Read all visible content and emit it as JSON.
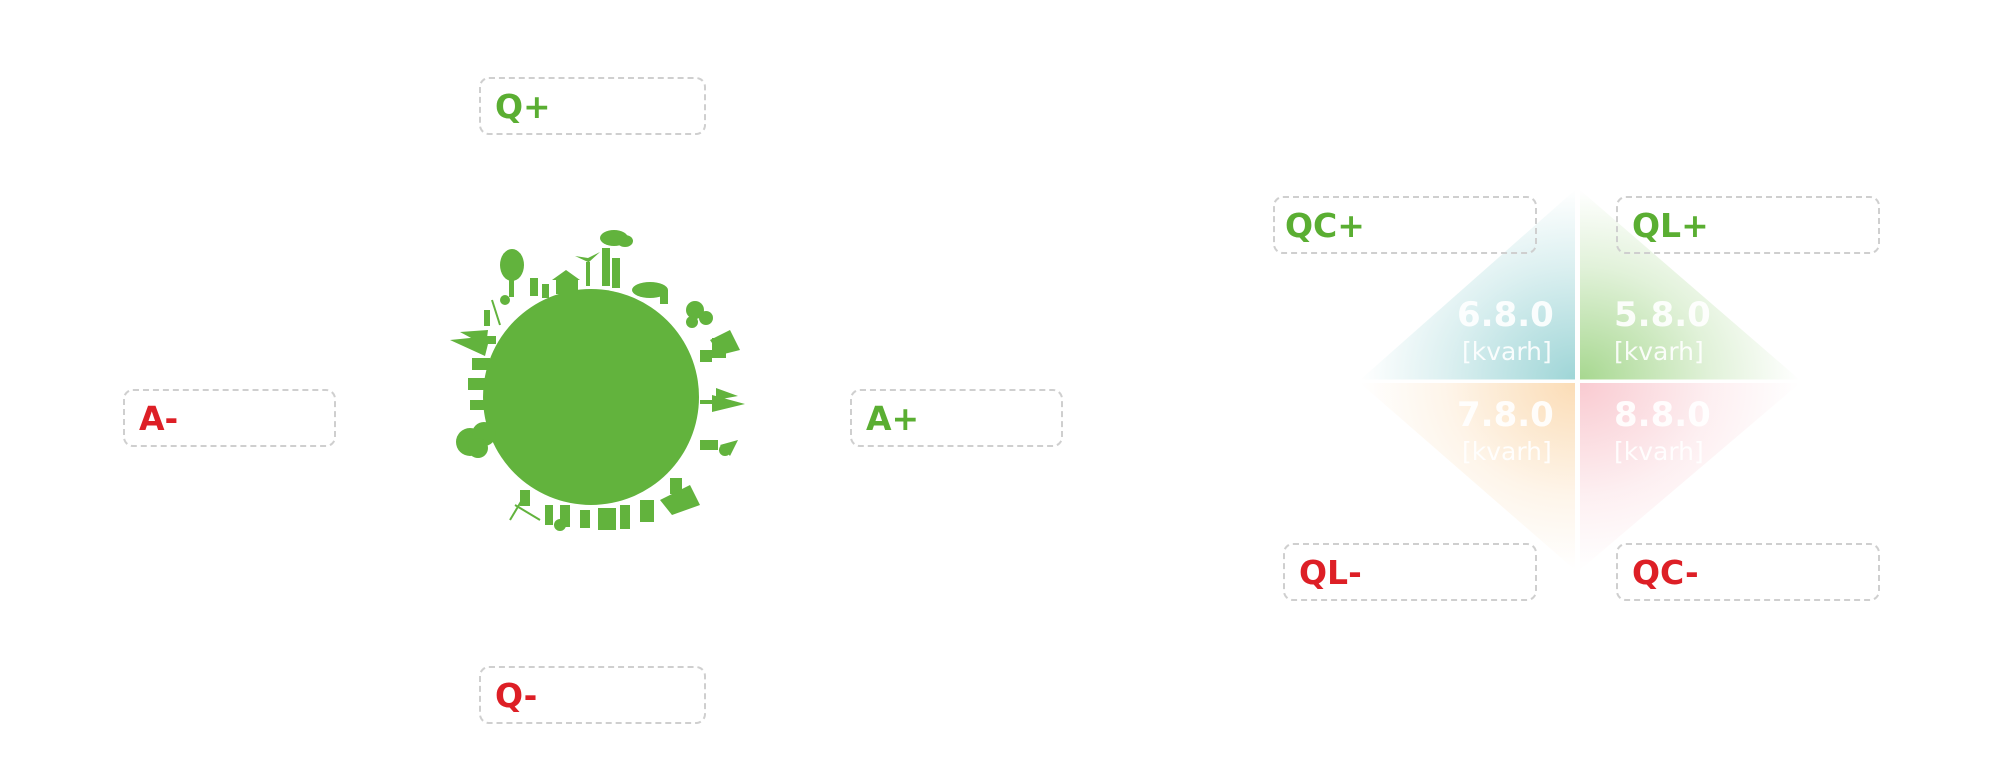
{
  "left_diagram": {
    "labels": {
      "q_plus": "Q+",
      "q_minus": "Q-",
      "a_plus": "A+",
      "a_minus": "A-"
    },
    "graphic": "green-earth-with-nature-and-city-silhouettes"
  },
  "right_diagram": {
    "labels": {
      "qc_plus": "QC+",
      "ql_plus": "QL+",
      "ql_minus": "QL-",
      "qc_minus": "QC-"
    },
    "quadrants": {
      "top_left": {
        "code": "6.8.0",
        "unit": "[kvarh]",
        "color": "#4fb3b6"
      },
      "top_right": {
        "code": "5.8.0",
        "unit": "[kvarh]",
        "color": "#6cbd45"
      },
      "bottom_left": {
        "code": "7.8.0",
        "unit": "[kvarh]",
        "color": "#f5a94a"
      },
      "bottom_right": {
        "code": "8.8.0",
        "unit": "[kvarh]",
        "color": "#f07c8c"
      }
    }
  },
  "colors": {
    "positive": "#5aae32",
    "negative": "#dd1f26",
    "earth": "#62b33d",
    "box_border": "#cfcfcf"
  }
}
